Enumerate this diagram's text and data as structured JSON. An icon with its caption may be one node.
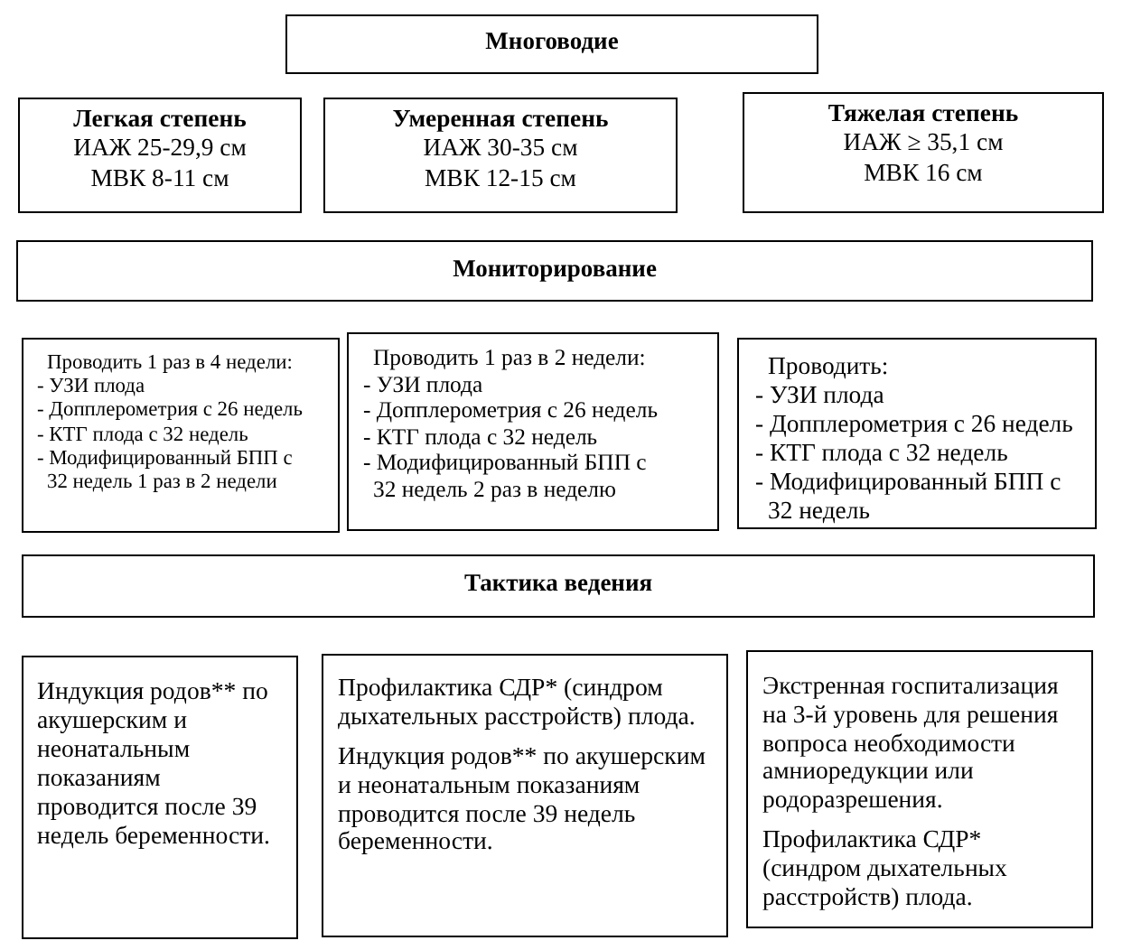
{
  "diagram": {
    "nodes": [
      {
        "text": [
          "Многоводие"
        ]
      },
      {
        "text": [
          "Легкая степень",
          "ИАЖ 25-29,9 см",
          "МВК 8-11 см"
        ]
      },
      {
        "text": [
          "Умеренная степень",
          "ИАЖ 30-35 см",
          "МВК 12-15 см"
        ]
      },
      {
        "text": [
          "Тяжелая степень",
          "ИАЖ ≥ 35,1 см",
          "МВК 16 см"
        ]
      },
      {
        "text": [
          "Мониторирование"
        ]
      },
      {
        "text": [
          "Проводить 1 раз в 4 недели:",
          "- УЗИ плода",
          "- Допплерометрия с 26 недель",
          "- КТГ плода с 32 недель",
          "- Модифицированный БПП с 32 недель 1 раз в 2 недели"
        ]
      },
      {
        "text": [
          "Проводить 1 раз в 2 недели:",
          "- УЗИ плода",
          "- Допплерометрия с 26 недель",
          "- КТГ плода с 32 недель",
          "- Модифицированный БПП с 32 недель 2 раз в неделю"
        ]
      },
      {
        "text": [
          "Проводить:",
          "- УЗИ плода",
          "- Допплерометрия с 26 недель",
          "- КТГ плода с 32 недель",
          "- Модифицированный БПП с 32 недель"
        ]
      },
      {
        "text": [
          "Тактика ведения"
        ]
      },
      {
        "text": [
          "Индукция родов** по акушерским и неонатальным показаниям проводится после 39 недель беременности."
        ]
      },
      {
        "text": [
          "Профилактика СДР* (синдром дыхательных расстройств) плода.",
          "Индукция родов** по акушерским и неонатальным показаниям проводится после 39 недель беременности."
        ]
      },
      {
        "text": [
          "Экстренная госпитализация на 3-й уровень для решения вопроса необходимости амниоредукции или родоразрешения.",
          "Профилактика СДР* (синдром дыхательных расстройств) плода."
        ]
      }
    ]
  }
}
